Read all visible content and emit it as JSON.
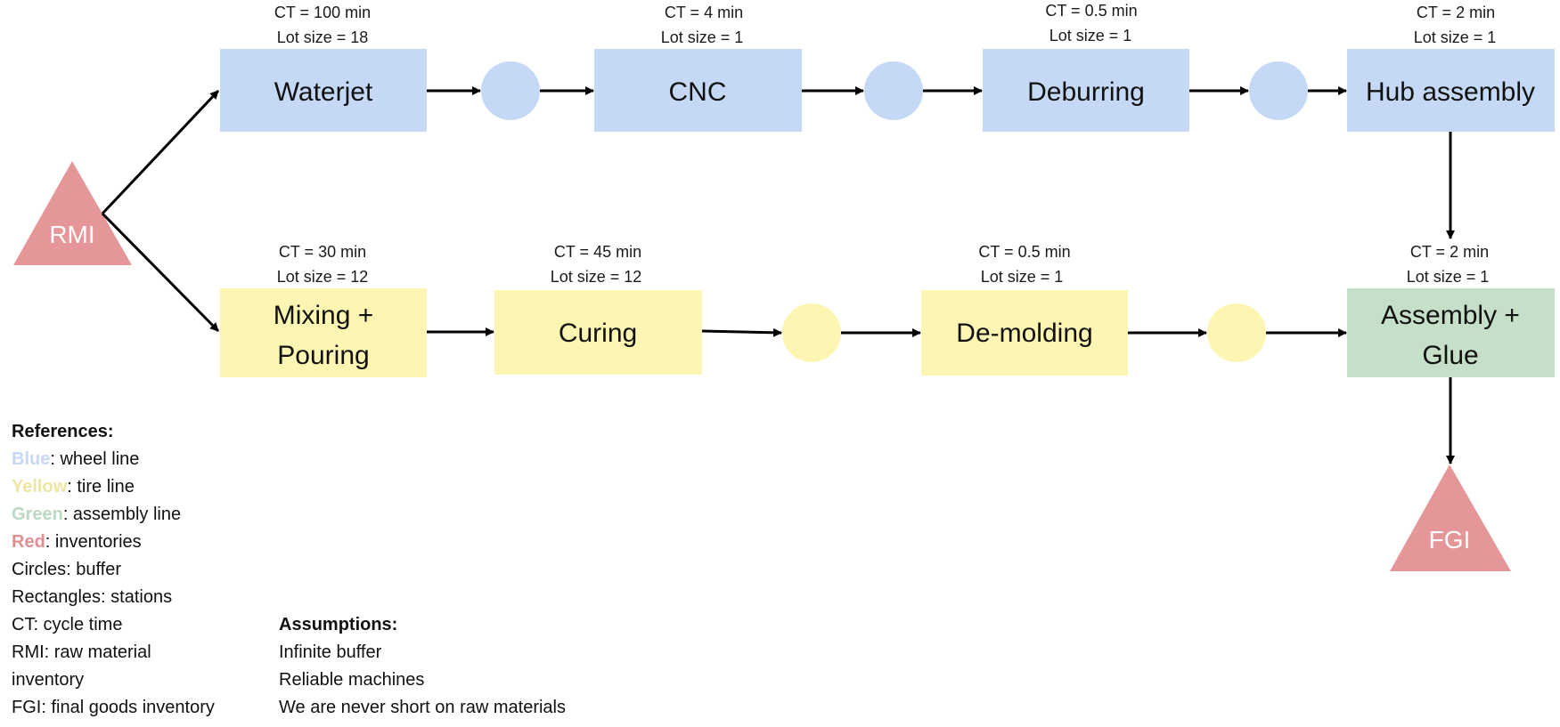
{
  "colors": {
    "wheel_line": "#c5d8f5",
    "tire_line": "#fdf6b2",
    "assembly_line": "#c6dfc8",
    "inventory": "#e59699",
    "arrow": "#000000"
  },
  "inventories": {
    "rmi": {
      "label": "RMI"
    },
    "fgi": {
      "label": "FGI"
    }
  },
  "stations": {
    "waterjet": {
      "line1": "Waterjet",
      "line2": "",
      "ct": "CT = 100 min",
      "lot": "Lot size = 18"
    },
    "cnc": {
      "line1": "CNC",
      "line2": "",
      "ct": "CT = 4 min",
      "lot": "Lot size = 1"
    },
    "deburring": {
      "line1": "Deburring",
      "line2": "",
      "ct": "CT = 0.5 min",
      "lot": "Lot size = 1"
    },
    "hub": {
      "line1": "Hub assembly",
      "line2": "",
      "ct": "CT = 2 min",
      "lot": "Lot size = 1"
    },
    "mixing": {
      "line1": "Mixing +",
      "line2": "Pouring",
      "ct": "CT = 30 min",
      "lot": "Lot size = 12"
    },
    "curing": {
      "line1": "Curing",
      "line2": "",
      "ct": "CT = 45 min",
      "lot": "Lot size = 12"
    },
    "demolding": {
      "line1": "De-molding",
      "line2": "",
      "ct": "CT = 0.5 min",
      "lot": "Lot size = 1"
    },
    "assembly": {
      "line1": "Assembly +",
      "line2": "Glue",
      "ct": "CT = 2 min",
      "lot": "Lot size = 1"
    }
  },
  "legend": {
    "title": "References:",
    "blue_word": "Blue",
    "blue_rest": ": wheel line",
    "yellow_word": "Yellow",
    "yellow_rest": ": tire line",
    "green_word": "Green",
    "green_rest": ": assembly line",
    "red_word": "Red",
    "red_rest": ": inventories",
    "circles": "Circles: buffer",
    "rectangles": "Rectangles: stations",
    "ct": "CT: cycle time",
    "rmi_1": "RMI: raw material",
    "rmi_2": "inventory",
    "fgi": "FGI: final goods inventory"
  },
  "assumptions": {
    "title": "Assumptions:",
    "items": [
      "Infinite buffer",
      "Reliable machines",
      "We are never short on raw materials"
    ]
  }
}
